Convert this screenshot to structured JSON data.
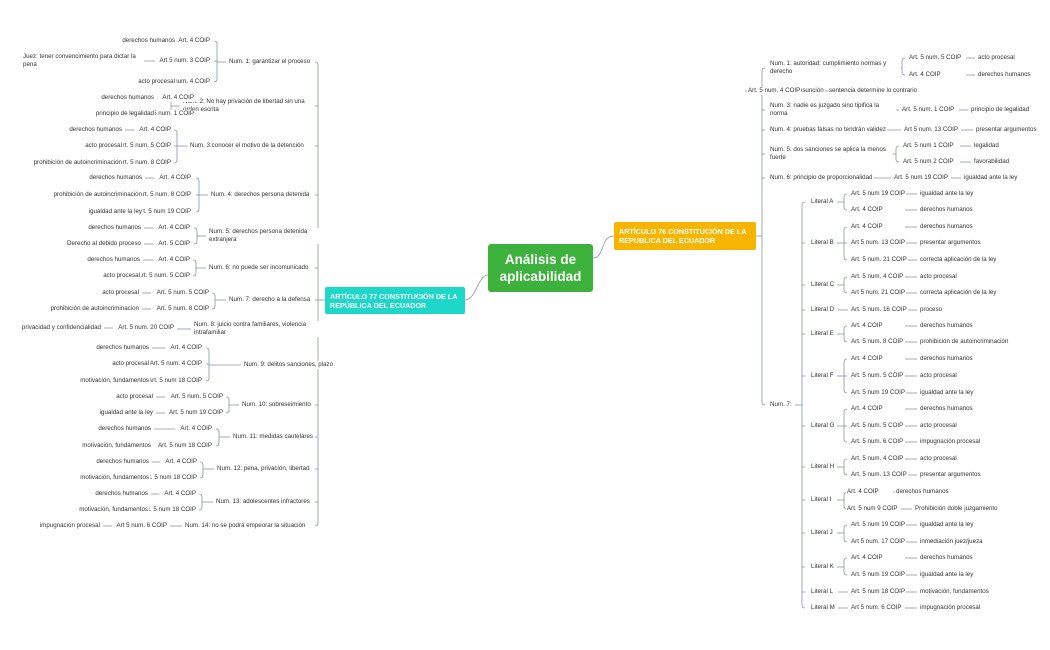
{
  "central": {
    "title": "Análisis de aplicabilidad"
  },
  "colors": {
    "central": "#3cb23c",
    "art76": "#f7b500",
    "art77": "#1dd8c8",
    "line": "#8b95a6"
  },
  "art76": {
    "title": "ARTÍCULO 76 CONSTITUCIÓN DE LA REPUBLICA DEL ECUADOR",
    "nums": [
      {
        "label": "Num. 1: autoridad: cumplimiento normas y derecho",
        "refs": [
          {
            "art": "Art. 5 num. 5 COIP",
            "topic": "acto procesal"
          },
          {
            "art": "Art. 4 COIP",
            "topic": "derechos humanos"
          }
        ]
      },
      {
        "label": "Num. 2: presunción",
        "refs": [
          {
            "art": "Art. 5 num. 4 COIP",
            "topic": "sentencia determine lo contrario"
          }
        ]
      },
      {
        "label": "Num. 3: nadie es juzgado sino tipifica la norma",
        "refs": [
          {
            "art": "Art. 5 num. 1 COIP",
            "topic": "principio de legalidad"
          }
        ]
      },
      {
        "label": "Num. 4: pruebas falsas no tendrán validez",
        "refs": [
          {
            "art": "Art 5 num. 13 COIP",
            "topic": "presentar argumentos"
          }
        ]
      },
      {
        "label": "Num. 5: dos sanciones se aplica la menos fuerte",
        "refs": [
          {
            "art": "Art. 5 num 1 COIP",
            "topic": "legalidad"
          },
          {
            "art": "Art. 5 num 2 COIP",
            "topic": "favorabilidad"
          }
        ]
      },
      {
        "label": "Num. 6: principio de proporcionalidad",
        "refs": [
          {
            "art": "Art. 5 num 19 COIP",
            "topic": "igualdad ante la ley"
          }
        ]
      }
    ],
    "num7": {
      "label": "Num. 7:",
      "literals": [
        {
          "label": "Literal A",
          "refs": [
            {
              "art": "Art. 5 num 19 COIP",
              "topic": "igualdad ante la ley"
            },
            {
              "art": "Art. 4 COIP",
              "topic": "derechos humanos"
            }
          ]
        },
        {
          "label": "Literal B",
          "refs": [
            {
              "art": "Art. 4 COIP",
              "topic": "derechos humanos"
            },
            {
              "art": "Art 5 num. 13 COIP",
              "topic": "presentar argumentos"
            },
            {
              "art": "Art. 5 num. 21 COIP",
              "topic": "correcta aplicación de la ley"
            }
          ]
        },
        {
          "label": "Literal C",
          "refs": [
            {
              "art": "Art. 5 num. 4 COIP",
              "topic": "acto procesal"
            },
            {
              "art": "Art 5 num. 21 COIP",
              "topic": "correcta aplicación de la ley"
            }
          ]
        },
        {
          "label": "Literal D",
          "refs": [
            {
              "art": "Art. 5 num. 16 COIP",
              "topic": "proceso"
            }
          ]
        },
        {
          "label": "Literal E",
          "refs": [
            {
              "art": "Art. 4 COIP",
              "topic": "derechos humanos"
            },
            {
              "art": "Art. 5 num. 8 COIP",
              "topic": "prohibición de autoincriminación"
            }
          ]
        },
        {
          "label": "Literal F",
          "refs": [
            {
              "art": "Art. 4 COIP",
              "topic": "derechos humanos"
            },
            {
              "art": "Art. 5 num. 5 COIP",
              "topic": "acto procesal"
            },
            {
              "art": "Art. 5 num 19 COIP",
              "topic": "igualdad ante la ley"
            }
          ]
        },
        {
          "label": "Literal G",
          "refs": [
            {
              "art": "Art. 4 COIP",
              "topic": "derechos humanos"
            },
            {
              "art": "Art. 5 num. 5 COIP",
              "topic": "acto procesal"
            },
            {
              "art": "Art. 5 num. 6 COIP",
              "topic": "impugnación procesal"
            }
          ]
        },
        {
          "label": "Literal H",
          "refs": [
            {
              "art": "Art. 5 num. 4 COIP",
              "topic": "acto procesal"
            },
            {
              "art": "Art. 5 num. 13 COIP",
              "topic": "presentar argumentos"
            }
          ]
        },
        {
          "label": "Literal I",
          "refs": [
            {
              "art": "Art. 4 COIP",
              "topic": "derechos humanos"
            },
            {
              "art": "Art. 5 num 9 COIP",
              "topic": "Prohibición doble juzgamiento"
            }
          ]
        },
        {
          "label": "Literal J",
          "refs": [
            {
              "art": "Art. 5 num 19 COIP",
              "topic": "igualdad ante la ley"
            },
            {
              "art": "Art 5 num. 17 COIP",
              "topic": "inmediación juez/jueza"
            }
          ]
        },
        {
          "label": "Literal K",
          "refs": [
            {
              "art": "Art. 4 COIP",
              "topic": "derechos humanos"
            },
            {
              "art": "Art. 5 num 19 COIP",
              "topic": "igualdad ante la ley"
            }
          ]
        },
        {
          "label": "Literal L",
          "refs": [
            {
              "art": "Art. 5 num 18 COIP",
              "topic": "motivación, fundamentos"
            }
          ]
        },
        {
          "label": "Literal M",
          "refs": [
            {
              "art": "Art 5 num. 6 COIP",
              "topic": "impugnación procesal"
            }
          ]
        }
      ]
    }
  },
  "art77": {
    "title": "ARTÍCULO 77 CONSTITUCIÓN DE LA REPÚBLICA DEL ECUADOR",
    "nums": [
      {
        "label": "Num. 1: garantizar el proceso",
        "refs": [
          {
            "art": "Art. 4 COIP",
            "topic": "derechos humanos"
          },
          {
            "art": "Art 5 num. 3 COIP",
            "topic": "Juez: tener convencimiento para dictar la pena"
          },
          {
            "art": "Art. 5 num. 4 COIP",
            "topic": "acto procesal"
          }
        ]
      },
      {
        "label": "Num. 2: No hay privación de libertad sin una orden escrita",
        "refs": [
          {
            "art": "Art. 4 COIP",
            "topic": "derechos humanos"
          },
          {
            "art": "Art. 5 num. 1 COIP",
            "topic": "principio de legalidad"
          }
        ]
      },
      {
        "label": "Num. 3:conocer el motivo de la detención",
        "refs": [
          {
            "art": "Art. 4 COIP",
            "topic": "derechos humanos"
          },
          {
            "art": "Art. 5 num. 5 COIP",
            "topic": "acto procesal"
          },
          {
            "art": "Art. 5 num. 8 COIP",
            "topic": "prohibición de autoincriminación"
          }
        ]
      },
      {
        "label": "Num. 4: derechos persona detenida",
        "refs": [
          {
            "art": "Art. 4 COIP",
            "topic": "derechos humanos"
          },
          {
            "art": "Art. 5 num. 8 COIP",
            "topic": "prohibición de autoincriminación"
          },
          {
            "art": "Art. 5 num 19 COIP",
            "topic": "igualdad ante la ley"
          }
        ]
      },
      {
        "label": "Num. 5: derechos persona detenida extranjera",
        "refs": [
          {
            "art": "Art. 4 COIP",
            "topic": "derechos humanos"
          },
          {
            "art": "Art. 5 COIP",
            "topic": "Derecho al debido proceso"
          }
        ]
      },
      {
        "label": "Num. 6: no puede ser incomunicado",
        "refs": [
          {
            "art": "Art. 4 COIP",
            "topic": "derechos humanos"
          },
          {
            "art": "Art. 5 num. 5 COIP",
            "topic": "acto procesal"
          }
        ]
      },
      {
        "label": "Num. 7: derecho a la defensa",
        "refs": [
          {
            "art": "Art. 5 num. 5 COIP",
            "topic": "acto procesal"
          },
          {
            "art": "Art. 5 num. 8 COIP",
            "topic": "prohibición de autoincriminacion"
          }
        ]
      },
      {
        "label": "Num. 8: juicio contra familiares, violencia intrafamiliar",
        "refs": [
          {
            "art": "Art. 5 num. 20 COIP",
            "topic": "privacidad y confidencialidad"
          }
        ]
      },
      {
        "label": "Num. 9: delitos sanciones, plazo",
        "refs": [
          {
            "art": "Art. 4 COIP",
            "topic": "derechos humanos"
          },
          {
            "art": "Art. 5 num. 4 COIP",
            "topic": "acto procesal"
          },
          {
            "art": "Art. 5 num 18 COIP",
            "topic": "motivación, fundamentos"
          }
        ]
      },
      {
        "label": "Num. 10: sobreseimiento",
        "refs": [
          {
            "art": "Art. 5 num. 5 COIP",
            "topic": "acto procesal"
          },
          {
            "art": "Art. 5 num 19 COIP",
            "topic": "igualdad ante la ley"
          }
        ]
      },
      {
        "label": "Num. 11: medidas cautelares",
        "refs": [
          {
            "art": "Art. 4 COIP",
            "topic": "derechos humanos"
          },
          {
            "art": "Art. 5 num 18 COIP",
            "topic": "motivación, fundamentos"
          }
        ]
      },
      {
        "label": "Num. 12: pena, privación, libertad",
        "refs": [
          {
            "art": "Art. 4 COIP",
            "topic": "derechos humanos"
          },
          {
            "art": "Art. 5 num 18 COIP",
            "topic": "motivación, fundamentos"
          }
        ]
      },
      {
        "label": "Num. 13: adolescentes infractores",
        "refs": [
          {
            "art": "Art. 4 COIP",
            "topic": "derechos humanos"
          },
          {
            "art": "Art. 5 num 18 COIP",
            "topic": "motivación, fundamentos"
          }
        ]
      },
      {
        "label": "Num. 14: no se podrá empeorar la situación",
        "refs": [
          {
            "art": "Art 5 num. 6 COIP",
            "topic": "impugnación procesal"
          }
        ]
      }
    ]
  }
}
